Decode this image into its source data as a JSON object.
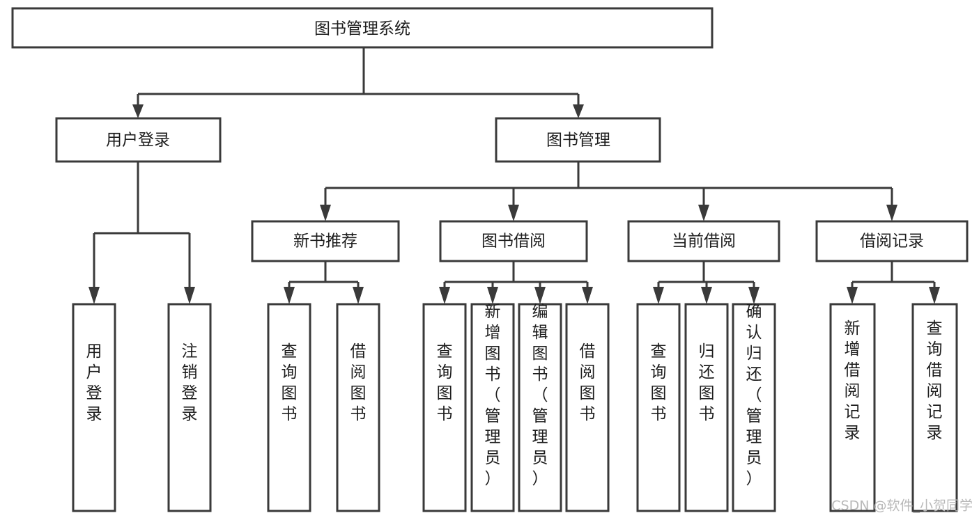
{
  "diagram": {
    "title": "图书管理系统",
    "type": "tree",
    "orientation": "top-down",
    "watermark": "CSDN @软件_小贺同学",
    "colors": {
      "stroke": "#3a3a3a",
      "box_fill": "#ffffff",
      "text": "#1d1d1d",
      "background": "#ffffff",
      "watermark": "#b9b9b9"
    },
    "root": {
      "label": "图书管理系统"
    },
    "level2": [
      {
        "label": "用户登录"
      },
      {
        "label": "图书管理"
      }
    ],
    "level3": [
      {
        "label": "新书推荐"
      },
      {
        "label": "图书借阅"
      },
      {
        "label": "当前借阅"
      },
      {
        "label": "借阅记录"
      }
    ],
    "leaves": {
      "user_login": [
        {
          "label": "用户登录"
        },
        {
          "label": "注销登录"
        }
      ],
      "new_book_recommend": [
        {
          "label": "查询图书"
        },
        {
          "label": "借阅图书"
        }
      ],
      "book_borrow": [
        {
          "label": "查询图书"
        },
        {
          "label": "新增图书（管理员）"
        },
        {
          "label": "编辑图书（管理员）"
        },
        {
          "label": "借阅图书"
        }
      ],
      "current_borrow": [
        {
          "label": "查询图书"
        },
        {
          "label": "归还图书"
        },
        {
          "label": "确认归还（管理员）"
        }
      ],
      "borrow_record": [
        {
          "label": "新增借阅记录"
        },
        {
          "label": "查询借阅记录"
        }
      ]
    }
  },
  "chart_data": {
    "type": "table",
    "title": "图书管理系统",
    "nodes": [
      {
        "id": "root",
        "label": "图书管理系统",
        "level": 0,
        "parent": null
      },
      {
        "id": "user-login",
        "label": "用户登录",
        "level": 1,
        "parent": "root"
      },
      {
        "id": "book-manage",
        "label": "图书管理",
        "level": 1,
        "parent": "root"
      },
      {
        "id": "new-book",
        "label": "新书推荐",
        "level": 2,
        "parent": "book-manage"
      },
      {
        "id": "book-borrow",
        "label": "图书借阅",
        "level": 2,
        "parent": "book-manage"
      },
      {
        "id": "current-borrow",
        "label": "当前借阅",
        "level": 2,
        "parent": "book-manage"
      },
      {
        "id": "borrow-record",
        "label": "借阅记录",
        "level": 2,
        "parent": "book-manage"
      },
      {
        "id": "leaf-user-login",
        "label": "用户登录",
        "level": 2,
        "parent": "user-login"
      },
      {
        "id": "leaf-logout",
        "label": "注销登录",
        "level": 2,
        "parent": "user-login"
      },
      {
        "id": "leaf-nb-query",
        "label": "查询图书",
        "level": 3,
        "parent": "new-book"
      },
      {
        "id": "leaf-nb-borrow",
        "label": "借阅图书",
        "level": 3,
        "parent": "new-book"
      },
      {
        "id": "leaf-bb-query",
        "label": "查询图书",
        "level": 3,
        "parent": "book-borrow"
      },
      {
        "id": "leaf-bb-add",
        "label": "新增图书（管理员）",
        "level": 3,
        "parent": "book-borrow"
      },
      {
        "id": "leaf-bb-edit",
        "label": "编辑图书（管理员）",
        "level": 3,
        "parent": "book-borrow"
      },
      {
        "id": "leaf-bb-borrow",
        "label": "借阅图书",
        "level": 3,
        "parent": "book-borrow"
      },
      {
        "id": "leaf-cb-query",
        "label": "查询图书",
        "level": 3,
        "parent": "current-borrow"
      },
      {
        "id": "leaf-cb-return",
        "label": "归还图书",
        "level": 3,
        "parent": "current-borrow"
      },
      {
        "id": "leaf-cb-confirm",
        "label": "确认归还（管理员）",
        "level": 3,
        "parent": "current-borrow"
      },
      {
        "id": "leaf-br-add",
        "label": "新增借阅记录",
        "level": 3,
        "parent": "borrow-record"
      },
      {
        "id": "leaf-br-query",
        "label": "查询借阅记录",
        "level": 3,
        "parent": "borrow-record"
      }
    ]
  }
}
